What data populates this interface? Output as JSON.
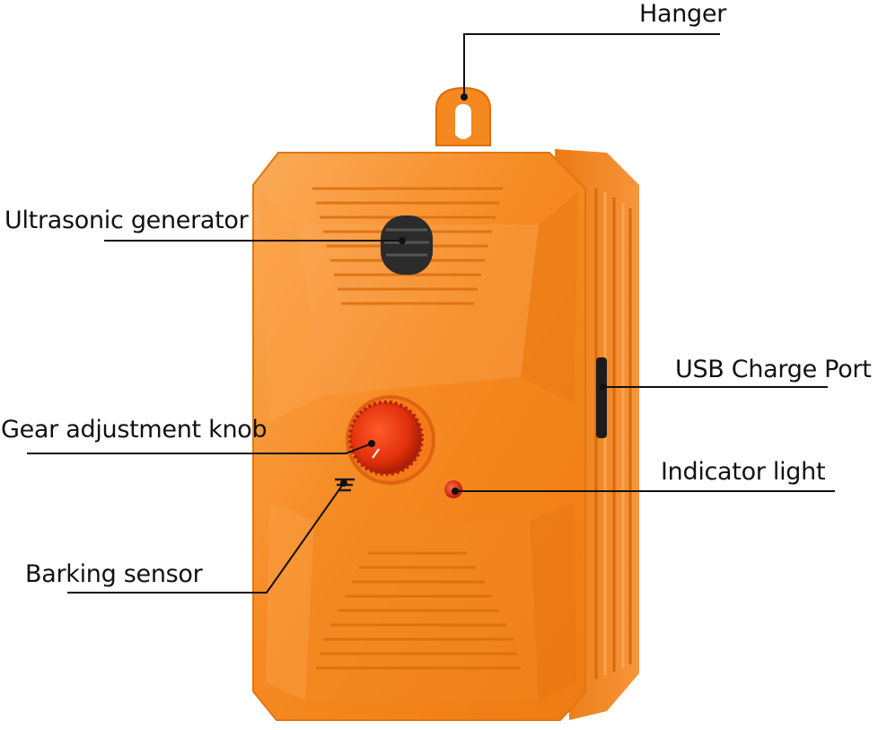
{
  "labels": {
    "hanger": "Hanger",
    "ultrasonic": "Ultrasonic generator",
    "usb": "USB Charge Port",
    "knob": "Gear adjustment knob",
    "indicator": "Indicator light",
    "sensor": "Barking sensor"
  },
  "colors": {
    "body": "#f5891f",
    "body_light": "#fba047",
    "body_dark": "#d86d0c",
    "knob": "#e8300f",
    "leader": "#111111"
  }
}
